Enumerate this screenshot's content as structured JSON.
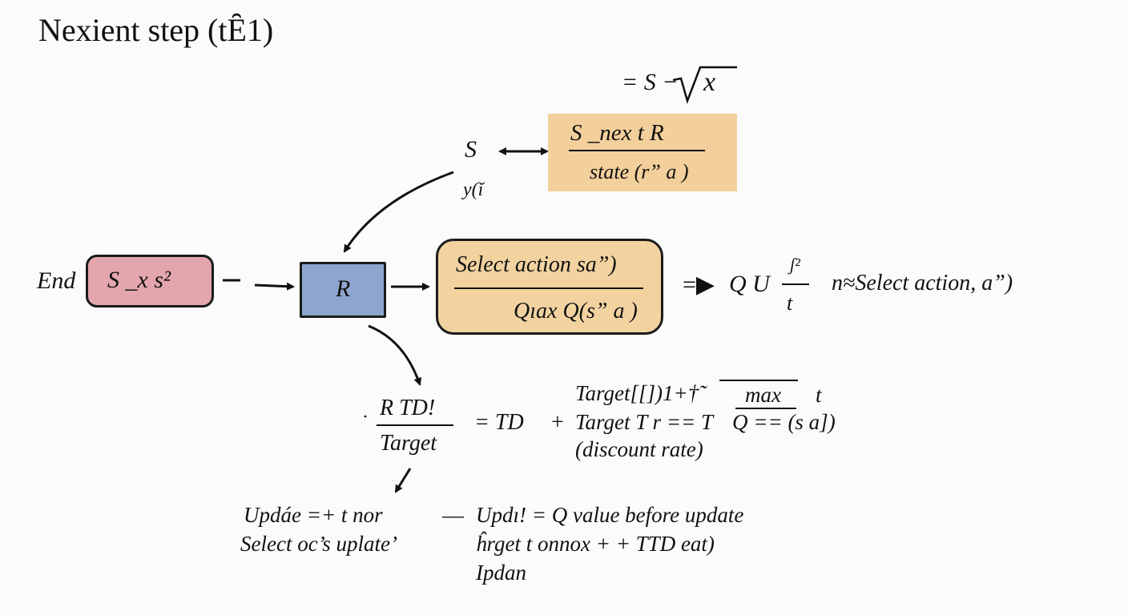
{
  "title": "Nexient step (tȆ1)",
  "top_formula": {
    "eq": "= S −",
    "radicand": "x"
  },
  "state_node": {
    "symbol": "S",
    "sub": "y(ĭ"
  },
  "snext_box": {
    "top": "S _nex t   R",
    "bottom": "state (r” a )"
  },
  "end_node": {
    "prefix": "End",
    "label": "S _x  s²"
  },
  "r_node": {
    "label": "R"
  },
  "select_box": {
    "top": "Select action sa”)",
    "bottom": "Qıax Q(s” a )"
  },
  "q_output": {
    "arrow": "=▶",
    "q": "Q U",
    "num": "ʃ²",
    "den": "t",
    "tail": "n≈Select action, a”)"
  },
  "td": {
    "dot": "·",
    "frac_top": "R   TD!",
    "frac_bottom": "Target",
    "eq": "= TD",
    "plus": "+",
    "line1": "Target[[])1+†̃",
    "max": "max",
    "t": "t",
    "line2": "Target T  r == T",
    "line2b": "Q == (s a])",
    "line3": "(discount rate)"
  },
  "update": {
    "left1": "Updáe =+ t  nor",
    "left2": "Select oc’s uplate’",
    "dash": "—",
    "right1": "Updı! = Q value before update",
    "right2": "ĥrget  t onnox + + TTD eat)",
    "right3": "Ipdan"
  },
  "colors": {
    "end": "#e3a6ac",
    "r": "#8ea6cf",
    "select": "#f2d3a0",
    "snext": "#f3cf9b"
  }
}
